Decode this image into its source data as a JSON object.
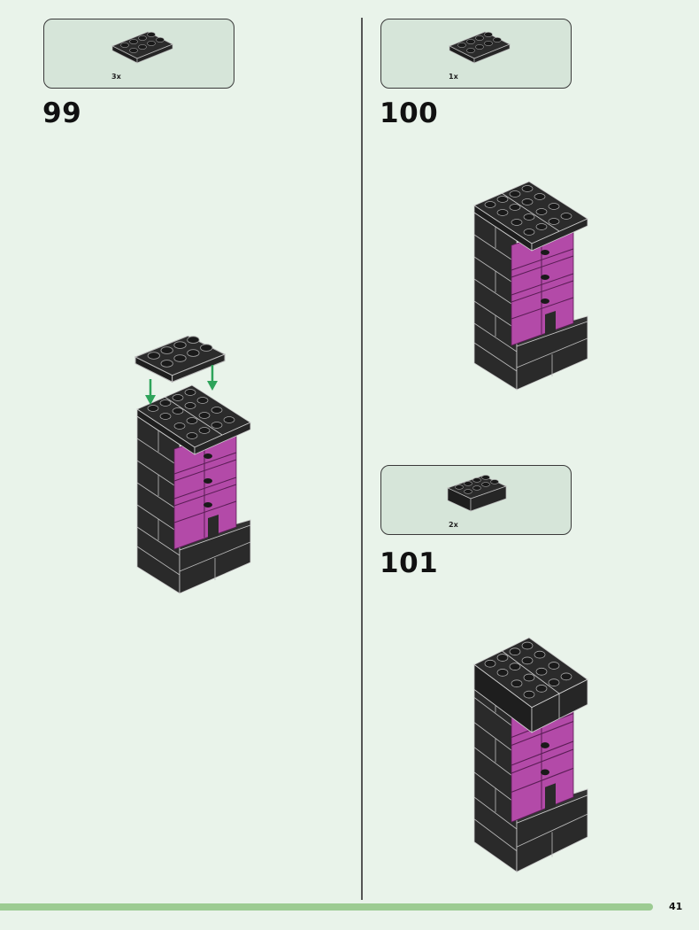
{
  "steps": [
    {
      "number": "99",
      "parts": [
        {
          "qty": "3x",
          "part": "plate-2x4-black"
        }
      ]
    },
    {
      "number": "100",
      "parts": [
        {
          "qty": "1x",
          "part": "plate-2x4-black"
        }
      ]
    },
    {
      "number": "101",
      "parts": [
        {
          "qty": "2x",
          "part": "brick-2x4-black"
        }
      ]
    }
  ],
  "page_number": "41",
  "colors": {
    "background": "#e9f3ea",
    "callout": "#d6e5d9",
    "brick": "#2b2b2b",
    "magenta": "#b34aa8",
    "arrow": "#2ea35a",
    "bar": "#9ccb92"
  }
}
